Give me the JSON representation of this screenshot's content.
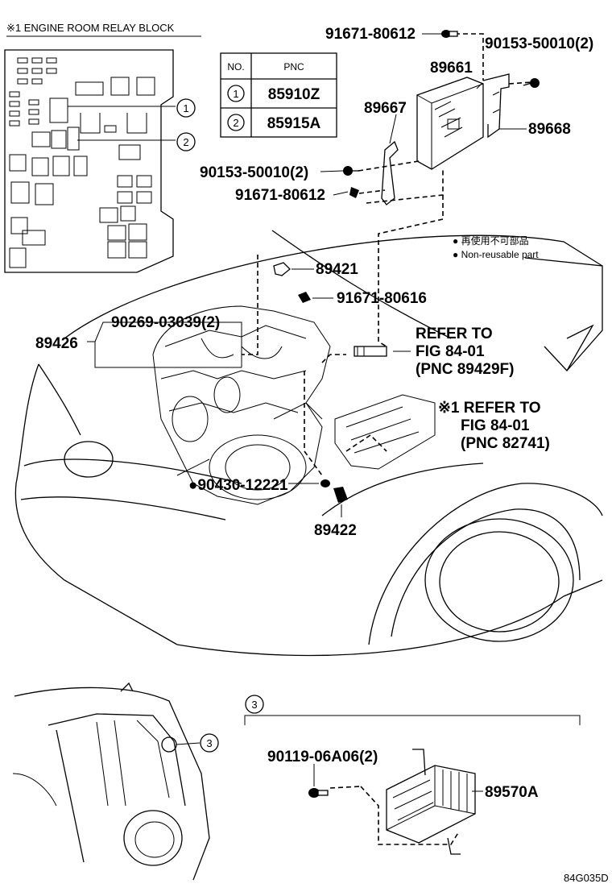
{
  "relay_block": {
    "title": "※1 ENGINE ROOM RELAY BLOCK",
    "callout_1": "1",
    "callout_2": "2"
  },
  "pnc_table": {
    "header_no": "NO.",
    "header_pnc": "PNC",
    "rows": [
      {
        "no": "1",
        "pnc": "85910Z"
      },
      {
        "no": "2",
        "pnc": "85915A"
      }
    ]
  },
  "legend": {
    "jp": "● 再使用不可部品",
    "en": "● Non-reusable part"
  },
  "labels": {
    "p91671_80612_top": "91671-80612",
    "p90153_50010_top": "90153-50010(2)",
    "p89661": "89661",
    "p89667": "89667",
    "p89668": "89668",
    "p90153_50010_mid": "90153-50010(2)",
    "p91671_80612_mid": "91671-80612",
    "p89421": "89421",
    "p91671_80616": "91671-80616",
    "p90269_03039": "90269-03039(2)",
    "p89426": "89426",
    "refer1_a": "REFER TO",
    "refer1_b": "FIG 84-01",
    "refer1_c": "(PNC 89429F)",
    "refer2_a": "※1 REFER TO",
    "refer2_b": "FIG 84-01",
    "refer2_c": "(PNC 82741)",
    "p90430_12221": "●90430-12221",
    "p89422": "89422",
    "callout_3_car": "3",
    "callout_3_detail": "3",
    "p90119_06A06": "90119-06A06(2)",
    "p89570A": "89570A",
    "figure_code": "84G035D"
  }
}
